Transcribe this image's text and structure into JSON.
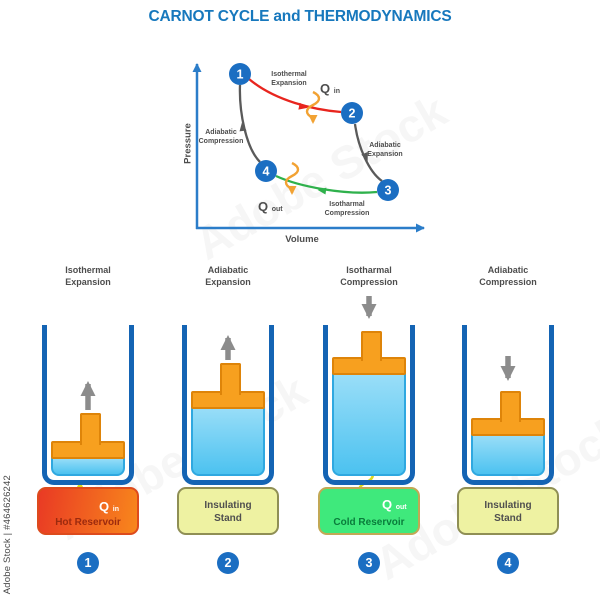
{
  "title": "CARNOT CYCLE and THERMODYNAMICS",
  "watermark": {
    "brand": "Adobe Stock",
    "attribution": "Adobe Stock | #464626242"
  },
  "pv_diagram": {
    "y_axis_label": "Pressure",
    "x_axis_label": "Volume",
    "points": {
      "p1": "1",
      "p2": "2",
      "p3": "3",
      "p4": "4"
    },
    "labels": {
      "iso_exp": {
        "line1": "Isothermal",
        "line2": "Expansion"
      },
      "adia_exp": {
        "line1": "Adiabatic",
        "line2": "Expansion"
      },
      "iso_comp": {
        "line1": "Isotharmal",
        "line2": "Compression"
      },
      "adia_comp": {
        "line1": "Adiabatic",
        "line2": "Compression"
      }
    },
    "q_in": {
      "symbol": "Q",
      "sub": "in"
    },
    "q_out": {
      "symbol": "Q",
      "sub": "out"
    }
  },
  "columns": [
    {
      "heading": {
        "line1": "Isothermal",
        "line2": "Expansion"
      },
      "base": {
        "line1": "Hot Reservoir",
        "line2": ""
      },
      "q": {
        "symbol": "Q",
        "sub": "in"
      },
      "number": "1"
    },
    {
      "heading": {
        "line1": "Adiabatic",
        "line2": "Expansion"
      },
      "base": {
        "line1": "Insulating",
        "line2": "Stand"
      },
      "number": "2"
    },
    {
      "heading": {
        "line1": "Isotharmal",
        "line2": "Compression"
      },
      "base": {
        "line1": "Cold Reservoir",
        "line2": ""
      },
      "q": {
        "symbol": "Q",
        "sub": "out"
      },
      "number": "3"
    },
    {
      "heading": {
        "line1": "Adiabatic",
        "line2": "Compression"
      },
      "base": {
        "line1": "Insulating",
        "line2": "Stand"
      },
      "number": "4"
    }
  ],
  "colors": {
    "title_blue": "#1778bd",
    "axis_blue": "#2b7dc9",
    "point_blue": "#1b6ec2",
    "isothermal_expansion_curve": "#e8251e",
    "isothermal_compression_curve": "#2fb14c",
    "adiabatic_curve": "#5a5a5a",
    "heat_arrow_orange": "#f2a233",
    "heat_arrow_yellow": "#ded91c",
    "cylinder_wall": "#1464b4",
    "gas_blue": "#4cc2f0",
    "piston_orange": "#f7a01f",
    "hot_reservoir": "#e93a24",
    "cold_reservoir": "#3fe97c",
    "insulating_stand": "#eef2a2"
  }
}
